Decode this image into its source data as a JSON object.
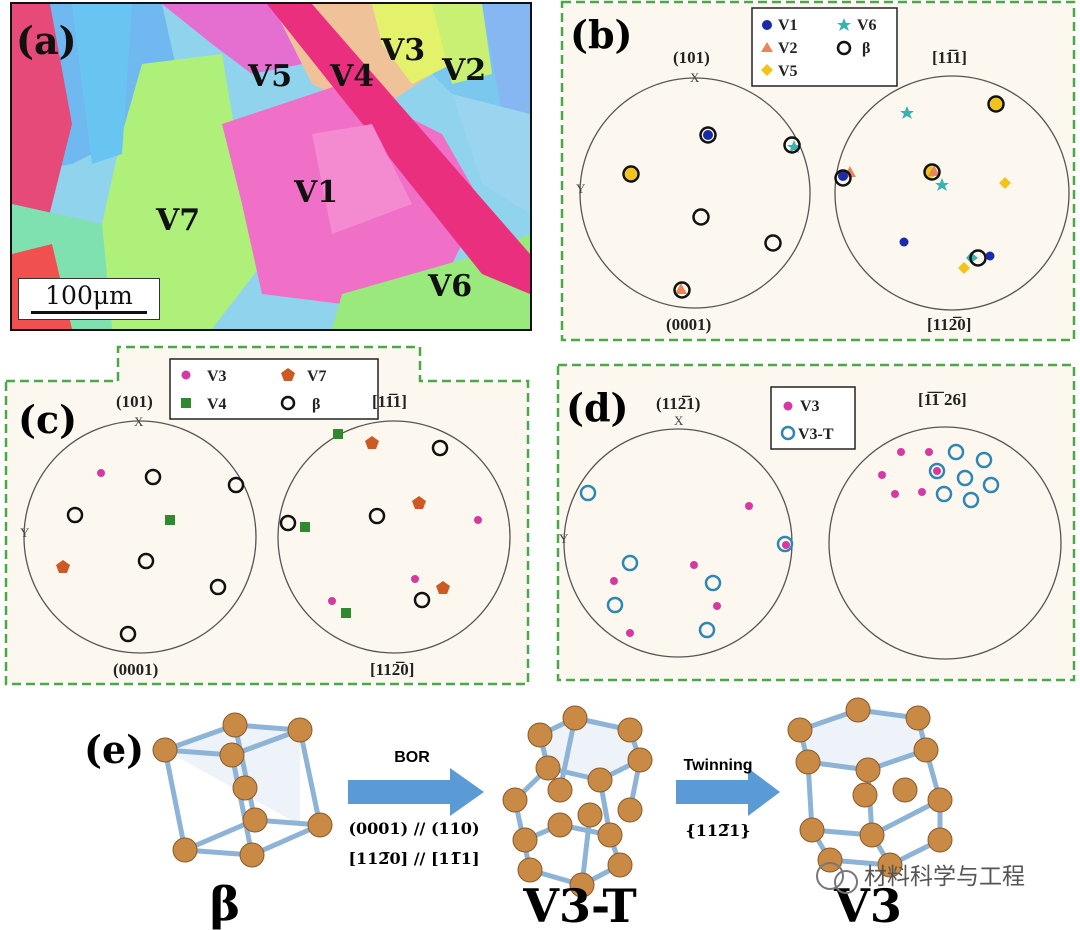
{
  "panel_a": {
    "label": "(a)",
    "variant_labels": [
      "V5",
      "V4",
      "V3",
      "V2",
      "V1",
      "V7",
      "V6"
    ],
    "scale_bar": "100μm"
  },
  "panel_b": {
    "label": "(b)",
    "legend": [
      {
        "name": "V1",
        "marker": "circle-filled",
        "color": "#1a2aa8"
      },
      {
        "name": "V6",
        "marker": "star",
        "color": "#3ab3b0"
      },
      {
        "name": "V2",
        "marker": "triangle",
        "color": "#e8875a"
      },
      {
        "name": "β",
        "marker": "ring",
        "color": "#111111"
      },
      {
        "name": "V5",
        "marker": "diamond",
        "color": "#f2c419"
      }
    ],
    "left_plot": {
      "top": "(101)",
      "bottom": "(0001)",
      "axis_x": "X",
      "axis_y": "Y"
    },
    "right_plot": {
      "top": "[11̅1]",
      "bottom": "[112̅0]"
    }
  },
  "panel_c": {
    "label": "(c)",
    "legend": [
      {
        "name": "V3",
        "marker": "circle-filled",
        "color": "#d63aa0"
      },
      {
        "name": "V7",
        "marker": "pentagon",
        "color": "#cc5a22"
      },
      {
        "name": "V4",
        "marker": "square",
        "color": "#2f8a2f"
      },
      {
        "name": "β",
        "marker": "ring",
        "color": "#111111"
      }
    ],
    "left_plot": {
      "top": "(101)",
      "bottom": "(0001)",
      "axis_x": "X",
      "axis_y": "Y"
    },
    "right_plot": {
      "top": "[11̅1]",
      "bottom": "[112̅0]"
    }
  },
  "panel_d": {
    "label": "(d)",
    "legend": [
      {
        "name": "V3",
        "marker": "circle-filled",
        "color": "#d63aa0"
      },
      {
        "name": "V3-T",
        "marker": "ring",
        "color": "#2e86b5"
      }
    ],
    "left_plot": {
      "top": "(112̅1)",
      "axis_x": "X",
      "axis_y": "Y"
    },
    "right_plot": {
      "top": "[1̅1̅ 26]"
    }
  },
  "panel_e": {
    "label": "(e)",
    "structures": [
      "β",
      "V3-T",
      "V3"
    ],
    "arrow1_label": "BOR",
    "relation_1": "(0001) // (110)",
    "relation_2": "[112̅0] // [11̅1]",
    "arrow2_label": "Twinning",
    "arrow2_sub": "{112̅1}"
  },
  "watermark": "材料科学与工程",
  "colors": {
    "dashed_border": "#4aa84a",
    "panel_bg": "#fdf8ef",
    "atom": "#c98a45",
    "bond": "#8db4d6",
    "arrow": "#5b9bd5"
  }
}
